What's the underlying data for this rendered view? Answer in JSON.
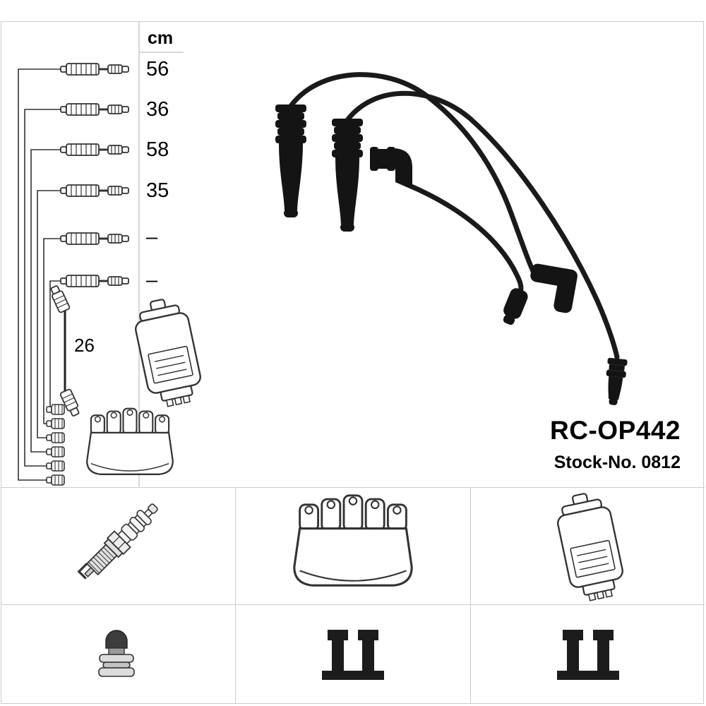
{
  "product": {
    "code": "RC-OP442",
    "stock_no": "Stock-No. 0812"
  },
  "length_table": {
    "unit": "cm",
    "rows": [
      {
        "item": "cable-1",
        "length": "56"
      },
      {
        "item": "cable-2",
        "length": "36"
      },
      {
        "item": "cable-3",
        "length": "58"
      },
      {
        "item": "cable-4",
        "length": "35"
      },
      {
        "item": "cable-5",
        "length": "–"
      },
      {
        "item": "cable-6",
        "length": "–"
      }
    ],
    "coil_cable_length": "26"
  },
  "schematic_icons": [
    "spark-plug-cable",
    "coil-cable",
    "ignition-coil",
    "distributor-cap"
  ],
  "photo": {
    "subject": "ignition-cable-set"
  },
  "component_grid": {
    "cells": [
      {
        "icon": "spark-plug"
      },
      {
        "icon": "distributor-cap"
      },
      {
        "icon": "ignition-coil"
      },
      {
        "icon": "plug-terminal-nut"
      },
      {
        "icon": "distributor-connector"
      },
      {
        "icon": "distributor-connector"
      }
    ]
  },
  "colors": {
    "ink": "#1a1a1a",
    "outline": "#333333",
    "frame_line": "#cccccc"
  }
}
